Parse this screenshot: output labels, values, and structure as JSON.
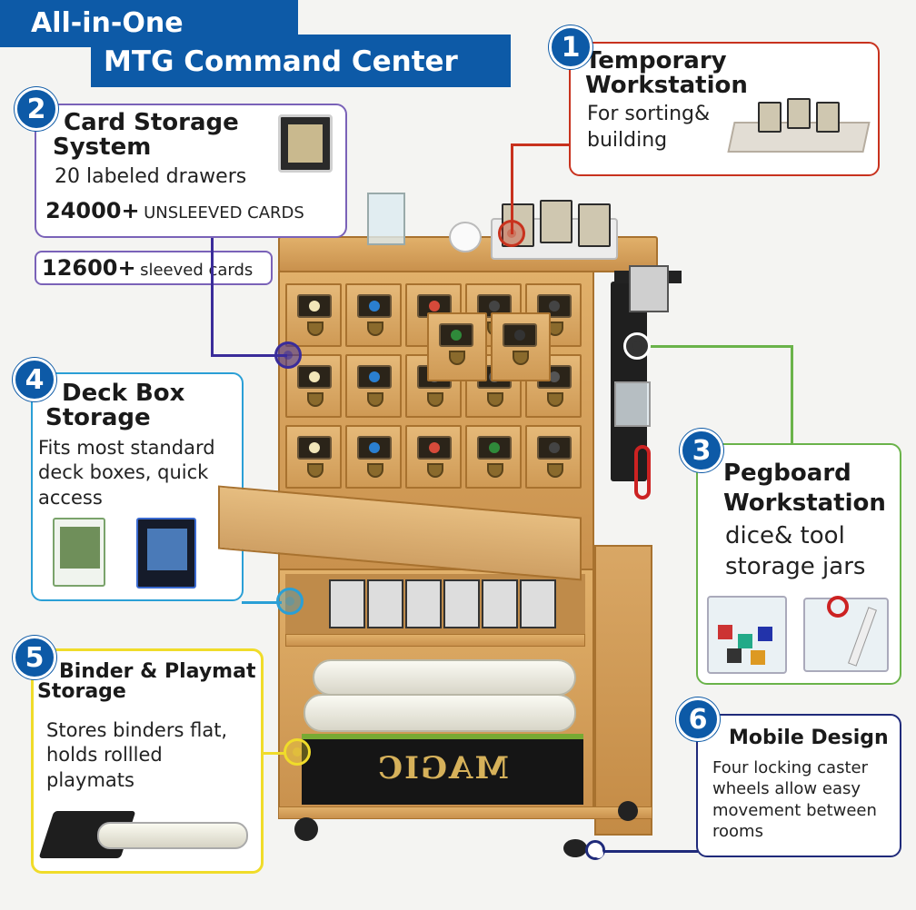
{
  "title": {
    "line1": "All-in-One",
    "line2": "MTG Command Center"
  },
  "features": [
    {
      "number": "1",
      "title": "Temporary Workstation",
      "title_lines": [
        "Temporary",
        "Workstation"
      ],
      "desc_lines": [
        "For sorting&",
        "building"
      ],
      "color": "#c8321e"
    },
    {
      "number": "2",
      "title_lines": [
        "Card Storage",
        "System"
      ],
      "desc": "20 labeled drawers",
      "stat_value": "24000+",
      "stat_label": "UNSLEEVED CARDS",
      "stat2_value": "12600+",
      "stat2_label": "sleeved cards",
      "color": "#7a62b8"
    },
    {
      "number": "3",
      "title_lines": [
        "Pegboard",
        "Workstation"
      ],
      "desc_lines": [
        "dice& tool",
        "storage jars"
      ],
      "color": "#6ab34a"
    },
    {
      "number": "4",
      "title_lines": [
        "Deck Box",
        "Storage"
      ],
      "desc_lines": [
        "Fits most standard",
        "deck boxes, quick",
        "access"
      ],
      "color": "#2a9fd6"
    },
    {
      "number": "5",
      "title_lines": [
        "Binder & Playmat",
        "Storage"
      ],
      "desc_lines": [
        "Stores binders flat,",
        "holds rollled",
        "playmats"
      ],
      "color": "#f0dc2a"
    },
    {
      "number": "6",
      "title": "Mobile Design",
      "desc_lines": [
        "Four locking caster",
        "wheels allow easy",
        "movement between",
        "rooms"
      ],
      "color": "#1f2a7a"
    }
  ],
  "product": {
    "box_logo_text": "MAGIC"
  },
  "colors": {
    "brand_blue": "#0d5aa7",
    "wood": "#d8a362"
  }
}
